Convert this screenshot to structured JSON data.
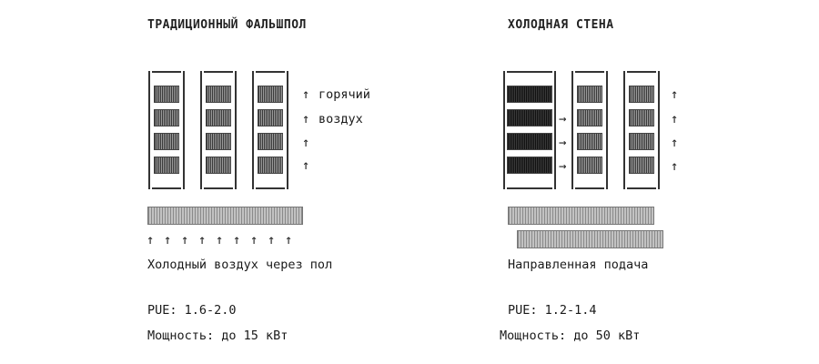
{
  "left": {
    "title": "ТРАДИЦИОННЫЙ ФАЛЬШПОЛ",
    "hot_air_line1": "горячий",
    "hot_air_line2": "воздух",
    "caption": "Холодный воздух через пол",
    "pue": "PUE: 1.6-2.0",
    "power": "Мощность: до 15 кВт"
  },
  "right": {
    "title": "ХОЛОДНАЯ СТЕНА",
    "caption": "Направленная подача",
    "pue": "PUE: 1.2-1.4",
    "power": "Мощность: до 50 кВт"
  },
  "icons": {
    "up_arrow": "↑",
    "right_arrow": "→"
  }
}
